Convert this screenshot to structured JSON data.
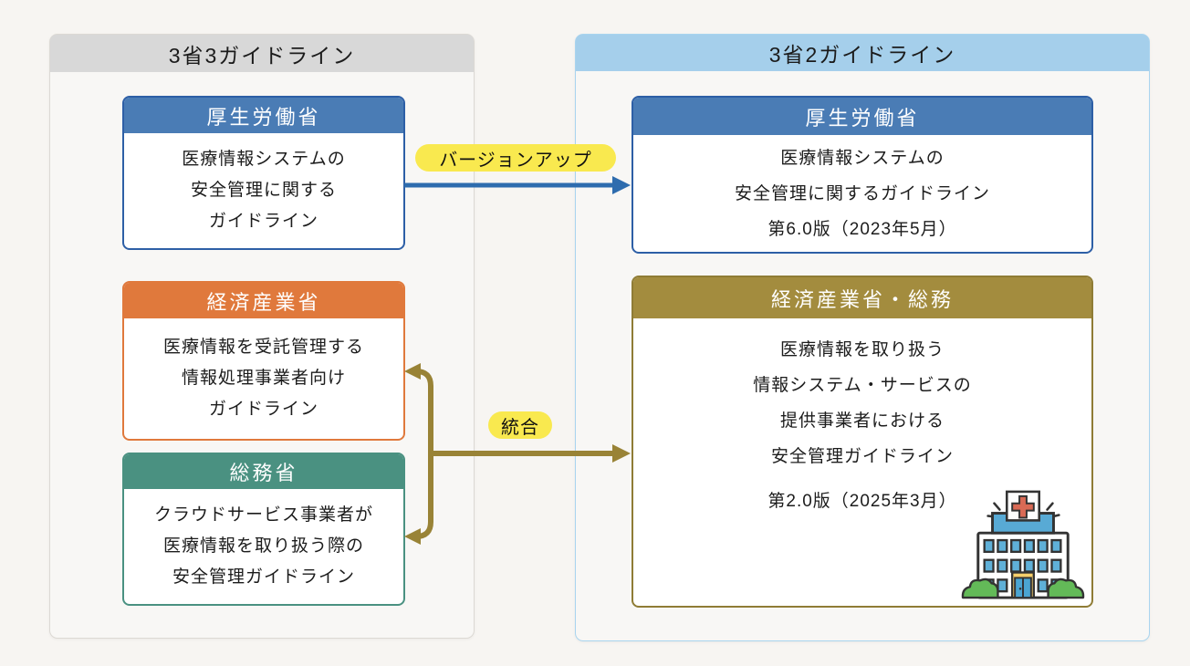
{
  "left_panel": {
    "title": "3省3ガイドライン",
    "boxes": [
      {
        "ministry": "厚生労働省",
        "lines": [
          "医療情報システムの",
          "安全管理に関する",
          "ガイドライン"
        ]
      },
      {
        "ministry": "経済産業省",
        "lines": [
          "医療情報を受託管理する",
          "情報処理事業者向け",
          "ガイドライン"
        ]
      },
      {
        "ministry": "総務省",
        "lines": [
          "クラウドサービス事業者が",
          "医療情報を取り扱う際の",
          "安全管理ガイドライン"
        ]
      }
    ]
  },
  "right_panel": {
    "title": "3省2ガイドライン",
    "boxes": [
      {
        "ministry": "厚生労働省",
        "lines": [
          "医療情報システムの",
          "安全管理に関するガイドライン",
          "第6.0版（2023年5月）"
        ]
      },
      {
        "ministry": "経済産業省・総務",
        "lines": [
          "医療情報を取り扱う",
          "情報システム・サービスの",
          "提供事業者における",
          "安全管理ガイドライン"
        ],
        "version": "第2.0版（2025年3月）"
      }
    ]
  },
  "arrows": {
    "version_up_label": "バージョンアップ",
    "merge_label": "統合"
  },
  "icons": {
    "hospital": "hospital-building-with-red-cross-sign"
  },
  "colors": {
    "page_bg": "#f7f5f2",
    "left_panel_border": "#dcd9d4",
    "left_panel_header_bg": "#d8d8d8",
    "right_panel_border": "#a9d4ef",
    "right_panel_header_bg": "#a5cfeb",
    "mhlw_header": "#4a7cb5",
    "mhlw_border": "#2d5fa6",
    "meti_orange": "#e0793c",
    "mic_teal": "#4a9181",
    "olive_header": "#a38c3e",
    "olive_border": "#8f7c35",
    "arrow_blue": "#2e6cae",
    "arrow_olive": "#998336",
    "label_yellow": "#f9e94f"
  }
}
